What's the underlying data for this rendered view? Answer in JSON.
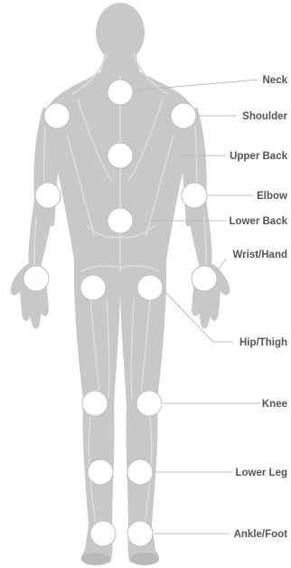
{
  "diagram": {
    "regions": [
      {
        "id": "neck",
        "label": "Neck"
      },
      {
        "id": "shoulder",
        "label": "Shoulder"
      },
      {
        "id": "upper-back",
        "label": "Upper Back"
      },
      {
        "id": "elbow",
        "label": "Elbow"
      },
      {
        "id": "lower-back",
        "label": "Lower Back"
      },
      {
        "id": "wrist-hand",
        "label": "Wrist/Hand"
      },
      {
        "id": "hip-thigh",
        "label": "Hip/Thigh"
      },
      {
        "id": "knee",
        "label": "Knee"
      },
      {
        "id": "lower-leg",
        "label": "Lower Leg"
      },
      {
        "id": "ankle-foot",
        "label": "Ankle/Foot"
      }
    ],
    "colors": {
      "body": "#c8c8c8",
      "muscle_lines": "#dadada",
      "hotspot": "#ffffff",
      "label_text": "#555555",
      "leader_line": "#bcbcbc"
    }
  }
}
